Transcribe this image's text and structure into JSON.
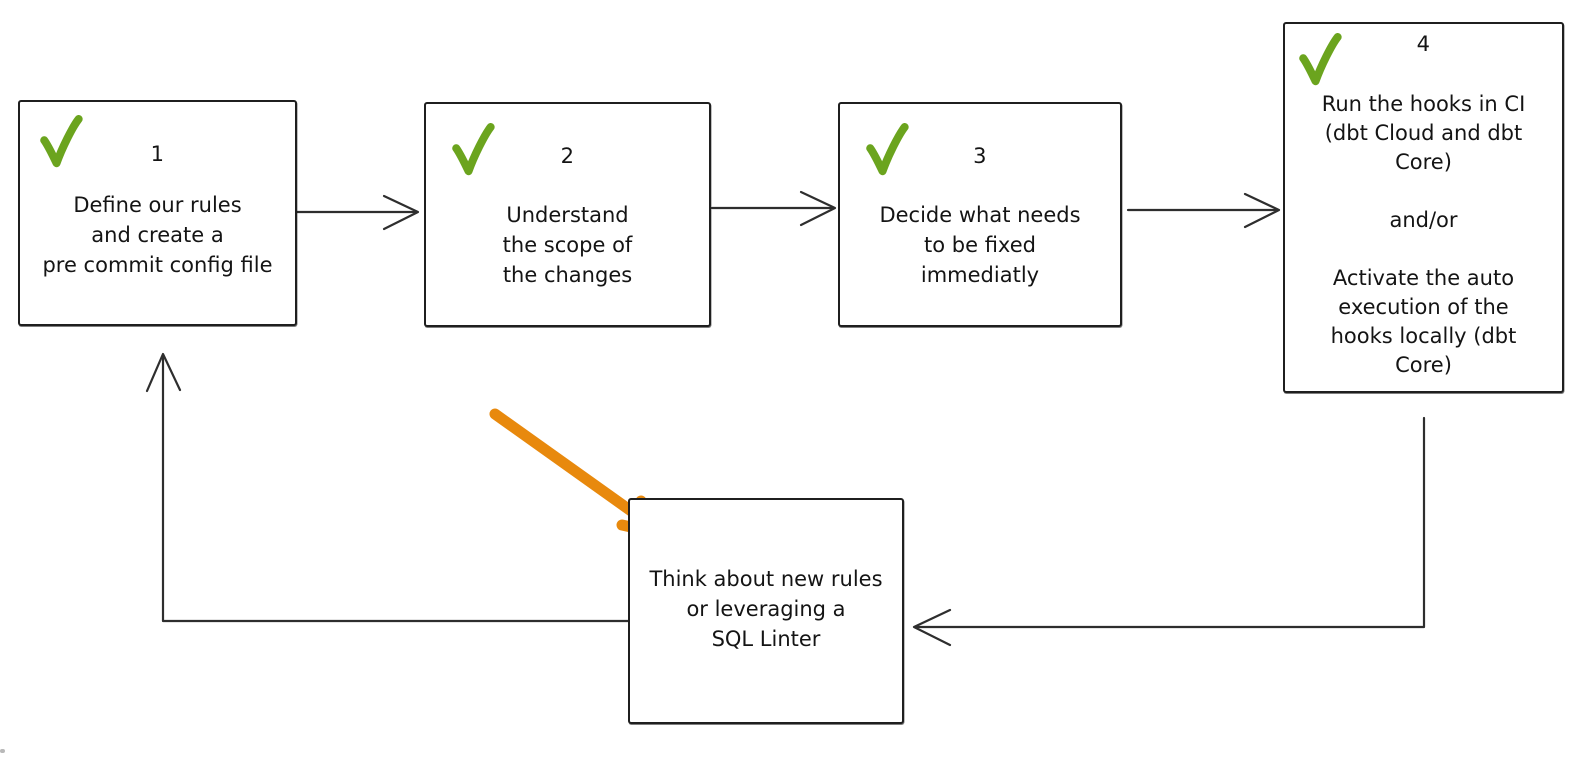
{
  "title": "Pre-commit hooks workflow diagram",
  "colors": {
    "background": "#ffffff",
    "check": "#6BA41E",
    "stroke": "#2e2e2e",
    "highlight": "#E8890D",
    "border": "#1f1f1f",
    "text": "#141414"
  },
  "icons": {
    "check": "checkmark-icon",
    "flow_arrow": "arrow-icon",
    "highlight_arrow": "orange-arrow-icon"
  },
  "boxes": [
    {
      "number": "1",
      "lines": [
        "Define our rules",
        "and create a",
        "pre commit config file"
      ]
    },
    {
      "number": "2",
      "lines": [
        "Understand",
        "the scope of",
        "the changes"
      ]
    },
    {
      "number": "3",
      "lines": [
        "Decide what needs",
        "to be fixed",
        "immediatly"
      ]
    },
    {
      "number": "4",
      "lines": [
        "Run the hooks in CI",
        "(dbt Cloud and dbt",
        "Core)",
        "",
        "and/or",
        "",
        "Activate the auto",
        "execution of the",
        "hooks locally (dbt",
        "Core)"
      ]
    },
    {
      "number": "",
      "lines": [
        "Think about new rules",
        "or leveraging a",
        "SQL Linter"
      ]
    }
  ]
}
